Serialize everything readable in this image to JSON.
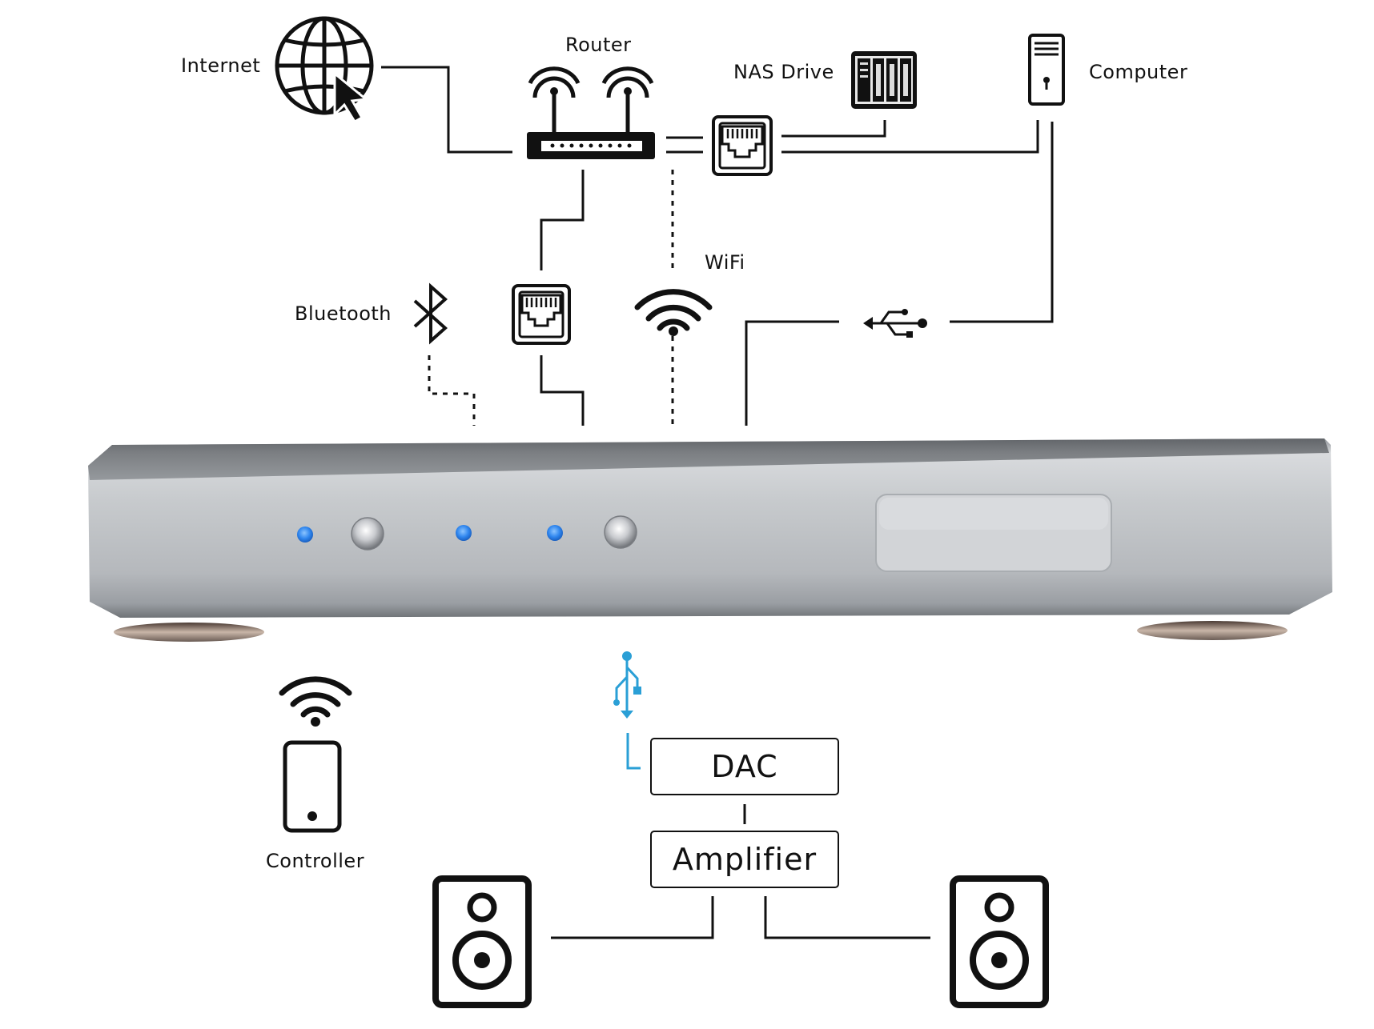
{
  "labels": {
    "internet": "Internet",
    "router": "Router",
    "nas_drive": "NAS Drive",
    "computer": "Computer",
    "bluetooth": "Bluetooth",
    "wifi": "WiFi",
    "controller": "Controller",
    "dac": "DAC",
    "amplifier": "Amplifier"
  },
  "colors": {
    "line": "#111111",
    "usb_accent": "#2a9fd6",
    "led_blue": "#2f86ee",
    "device_body": "#b8bcc1"
  },
  "icons": [
    "globe-cursor-icon",
    "router-icon",
    "ethernet-port-icon",
    "nas-drive-icon",
    "computer-tower-icon",
    "bluetooth-icon",
    "wifi-icon",
    "usb-icon",
    "smartphone-icon",
    "speaker-icon"
  ]
}
